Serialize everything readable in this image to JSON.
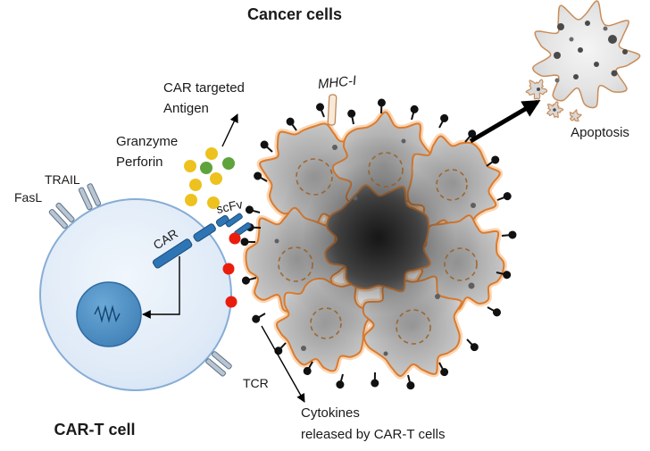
{
  "title": "Cancer cells",
  "cancer_cells": {
    "mhc_label": "MHC-I",
    "antigen_label_line1": "CAR targeted",
    "antigen_label_line2": "Antigen"
  },
  "apoptosis": {
    "label": "Apoptosis"
  },
  "cart_cell": {
    "label": "CAR-T cell",
    "car_label": "CAR",
    "scfv_label": "scFv",
    "fasl_label": "FasL",
    "trail_label": "TRAIL",
    "tcr_label": "TCR"
  },
  "molecules": {
    "granzyme_label": "Granzyme",
    "perforin_label": "Perforin",
    "cytokines_label_line1": "Cytokines",
    "cytokines_label_line2": "released by CAR-T cells"
  },
  "colors": {
    "granzyme_dot": "#edc21f",
    "perforin_dot": "#5fa33c",
    "cytokine_dot": "#ea1d0c",
    "car_bar": "#2e75b6",
    "receptor_fill": "#b9c5d2",
    "cancer_membrane": "#dd7b2d",
    "antigen_dot": "#111111"
  }
}
